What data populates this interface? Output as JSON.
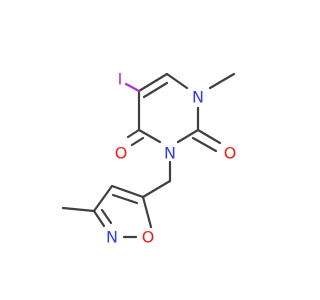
{
  "molecule": {
    "atoms": [
      {
        "symbol": "I",
        "color": "#b030d0"
      },
      {
        "symbol": "N",
        "color": "#2f3fe0"
      },
      {
        "symbol": "N",
        "color": "#2f3fe0"
      },
      {
        "symbol": "O",
        "color": "#e8201a"
      },
      {
        "symbol": "O",
        "color": "#e8201a"
      },
      {
        "symbol": "N",
        "color": "#2f3fe0"
      },
      {
        "symbol": "O",
        "color": "#e8201a"
      }
    ]
  }
}
